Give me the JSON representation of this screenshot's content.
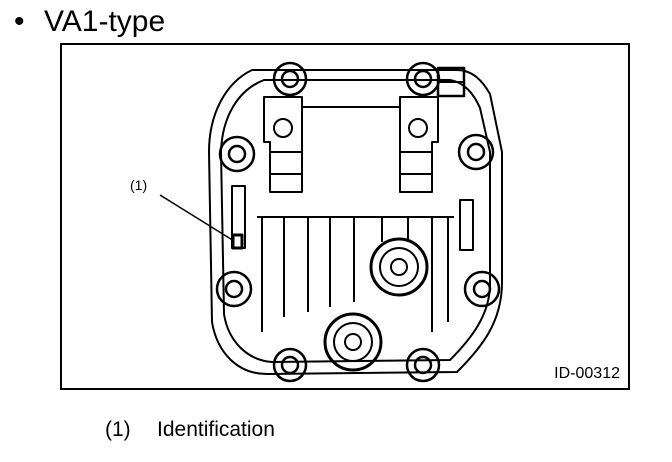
{
  "section": {
    "bullet": "•",
    "title": "VA1-type"
  },
  "figure": {
    "id_label": "ID-00312",
    "callout": "(1)"
  },
  "legend": {
    "items": [
      {
        "number": "(1)",
        "label": "Identification"
      }
    ]
  }
}
